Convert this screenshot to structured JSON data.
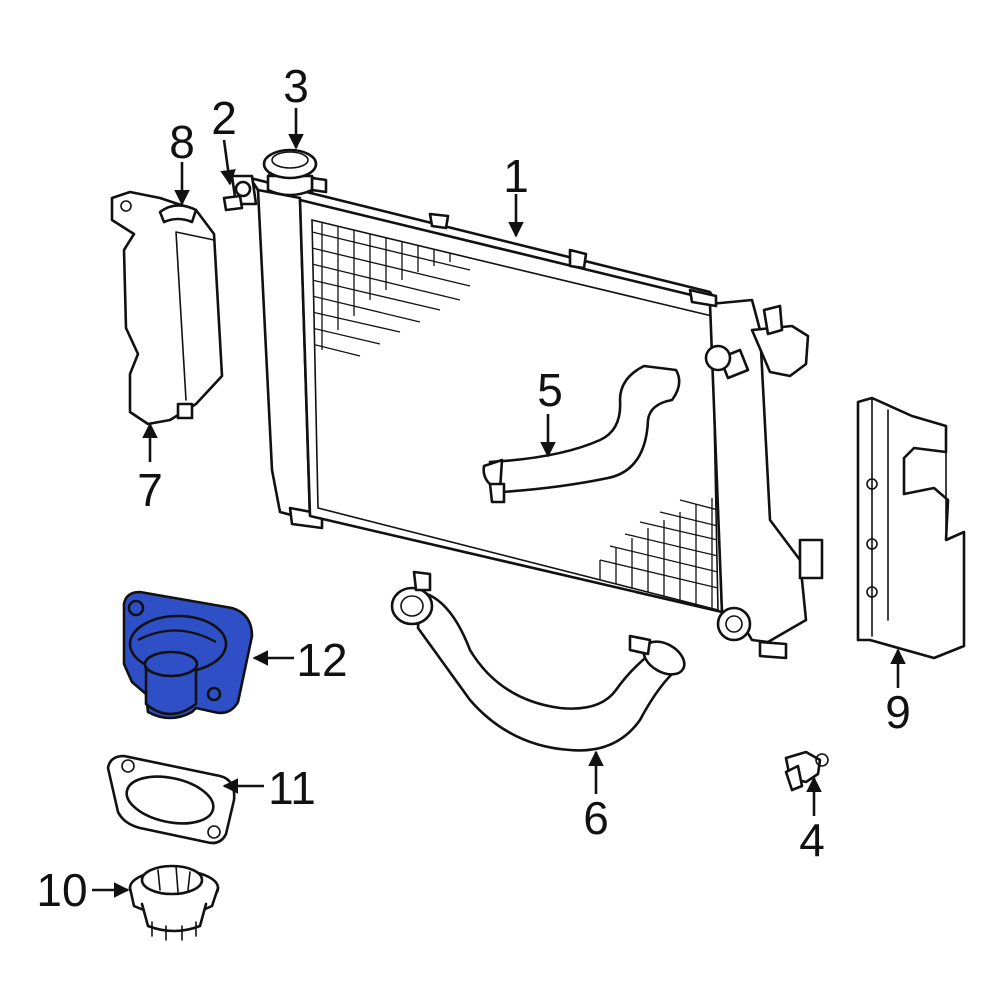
{
  "colors": {
    "highlight": "#2f4fc6",
    "line": "#111111",
    "background": "#ffffff"
  },
  "callouts": {
    "c1": "1",
    "c2": "2",
    "c3": "3",
    "c4": "4",
    "c5": "5",
    "c6": "6",
    "c7": "7",
    "c8": "8",
    "c9": "9",
    "c10": "10",
    "c11": "11",
    "c12": "12"
  },
  "highlighted_part": "12"
}
